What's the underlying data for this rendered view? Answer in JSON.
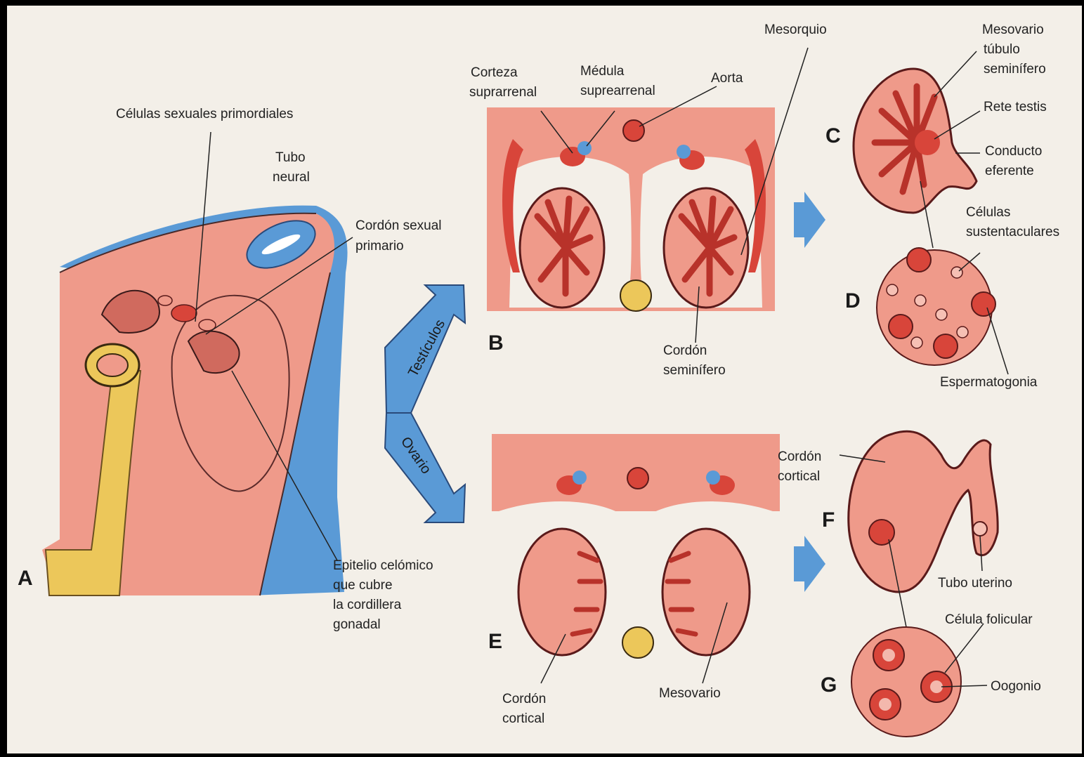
{
  "panels": {
    "a": "A",
    "b": "B",
    "c": "C",
    "d": "D",
    "e": "E",
    "f": "F",
    "g": "G"
  },
  "labels": {
    "celulas_primordiales": "Células sexuales primordiales",
    "tubo": "Tubo",
    "neural": "neural",
    "cordon_sexual": "Cordón sexual",
    "primario": "primario",
    "epitelio1": "Epitelio celómico",
    "epitelio2": "que cubre",
    "epitelio3": "la cordillera",
    "epitelio4": "gonadal",
    "corteza1": "Corteza",
    "corteza2": "suprarrenal",
    "medula1": "Médula",
    "medula2": "suprearrenal",
    "aorta": "Aorta",
    "mesorquio": "Mesorquio",
    "mesovario_top": "Mesovario",
    "tubulo1": "túbulo",
    "tubulo2": "seminífero",
    "rete": "Rete testis",
    "conducto1": "Conducto",
    "conducto2": "eferente",
    "celulas1": "Células",
    "celulas2": "sustentaculares",
    "espermatogonia": "Espermatogonia",
    "cordon_sem1": "Cordón",
    "cordon_sem2": "seminífero",
    "testiculos": "Testículos",
    "ovario": "Ovario",
    "cordon_cort_f1": "Cordón",
    "cordon_cort_f2": "cortical",
    "tubo_uterino": "Tubo uterino",
    "celula_folicular": "Célula folicular",
    "oogonio": "Oogonio",
    "cordon_cort_e1": "Cordón",
    "cordon_cort_e2": "cortical",
    "mesovario_bottom": "Mesovario"
  },
  "colors": {
    "tissue": "#ef9a8a",
    "dark_red": "#c8423a",
    "blue": "#5a9ad6",
    "yellow": "#ecc75a",
    "background": "#f3efe8"
  }
}
